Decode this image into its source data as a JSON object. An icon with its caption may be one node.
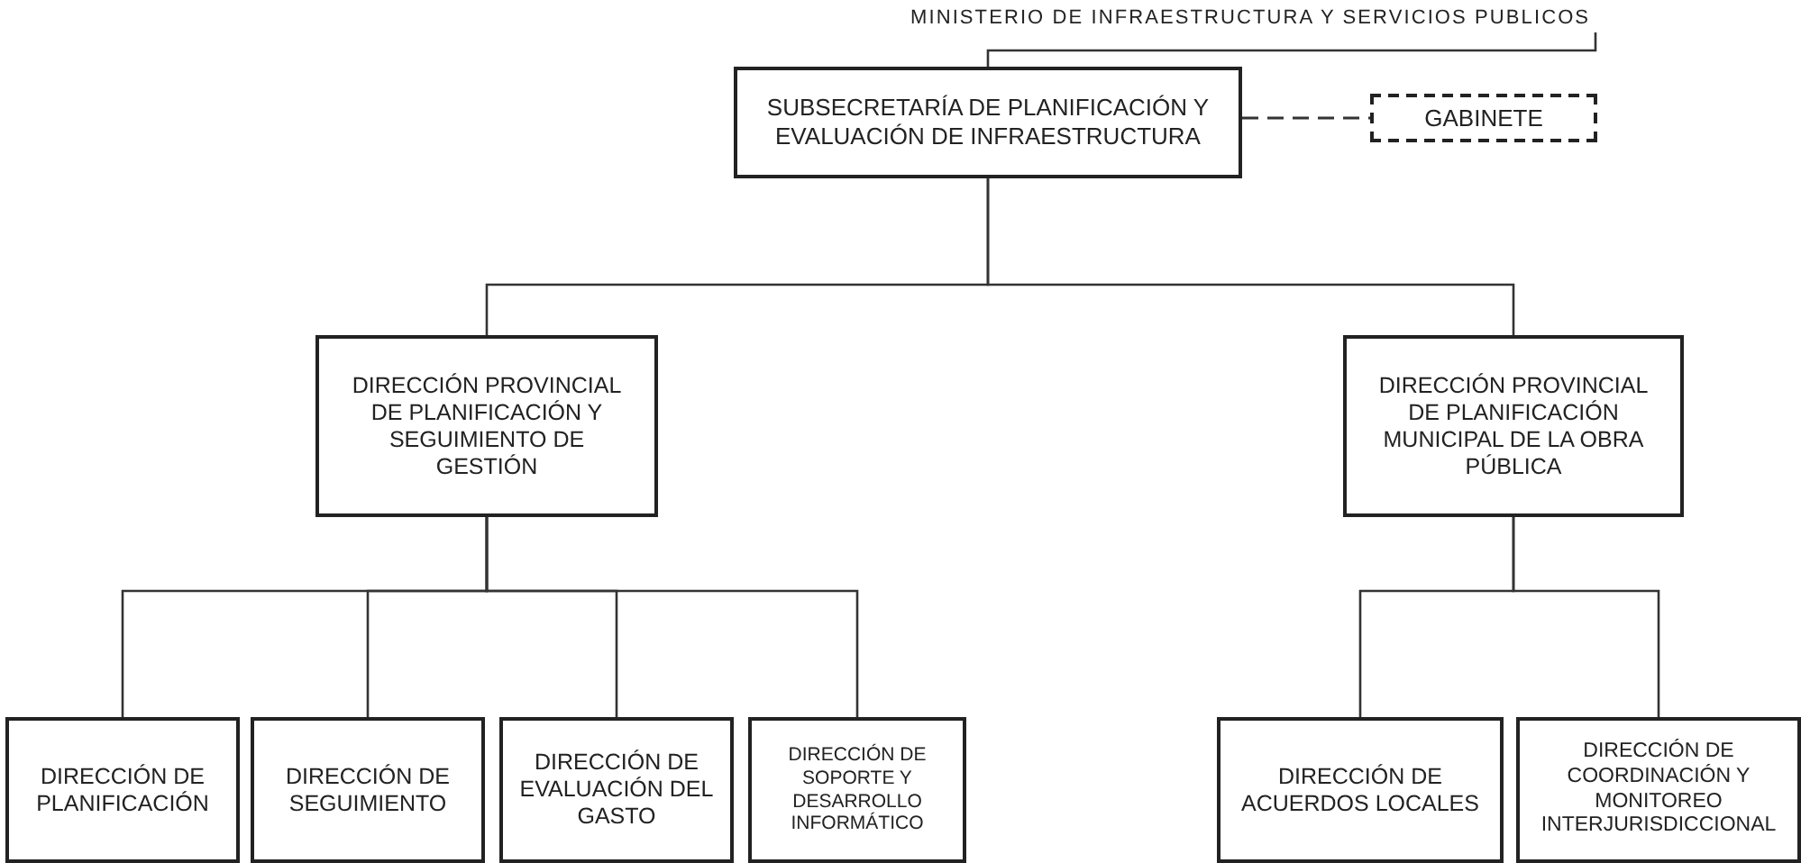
{
  "diagram": {
    "nodes": [
      {
        "text": [
          "MINISTERIO DE INFRAESTRUCTURA Y SERVICIOS PUBLICOS"
        ]
      },
      {
        "text": [
          "SUBSECRETARÍA DE PLANIFICACIÓN Y EVALUACIÓN DE INFRAESTRUCTURA"
        ]
      },
      {
        "text": [
          "GABINETE"
        ]
      },
      {
        "text": [
          "DIRECCIÓN PROVINCIAL DE PLANIFICACIÓN Y SEGUIMIENTO DE GESTIÓN"
        ]
      },
      {
        "text": [
          "DIRECCIÓN PROVINCIAL DE PLANIFICACIÓN MUNICIPAL DE  LA OBRA PÚBLICA"
        ]
      },
      {
        "text": [
          "DIRECCIÓN DE PLANIFICACIÓN"
        ]
      },
      {
        "text": [
          "DIRECCIÓN DE SEGUIMIENTO"
        ]
      },
      {
        "text": [
          "DIRECCIÓN DE EVALUACIÓN DEL GASTO"
        ]
      },
      {
        "text": [
          "DIRECCIÓN DE SOPORTE Y DESARROLLO INFORMÁTICO"
        ]
      },
      {
        "text": [
          "DIRECCIÓN DE ACUERDOS LOCALES"
        ]
      },
      {
        "text": [
          "DIRECCIÓN DE COORDINACIÓN Y MONITOREO INTERJURISDICCIONAL"
        ]
      }
    ],
    "edges": [
      {
        "from": 0,
        "to": 1,
        "arrow": "none"
      },
      {
        "from": 1,
        "to": 2,
        "arrow": "none",
        "style": "dashed"
      },
      {
        "from": 1,
        "to": 3,
        "arrow": "none"
      },
      {
        "from": 1,
        "to": 4,
        "arrow": "none"
      },
      {
        "from": 3,
        "to": 5,
        "arrow": "none"
      },
      {
        "from": 3,
        "to": 6,
        "arrow": "none"
      },
      {
        "from": 3,
        "to": 7,
        "arrow": "none"
      },
      {
        "from": 3,
        "to": 8,
        "arrow": "none"
      },
      {
        "from": 4,
        "to": 9,
        "arrow": "none"
      },
      {
        "from": 4,
        "to": 10,
        "arrow": "none"
      }
    ]
  }
}
